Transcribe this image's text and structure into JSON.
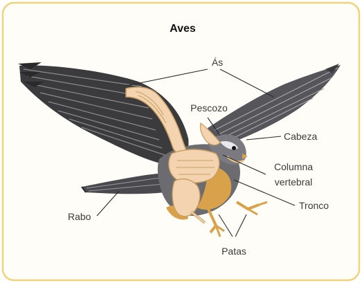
{
  "title": "Aves",
  "labels": {
    "wings": "Ás",
    "neck": "Pescozo",
    "head": "Cabeza",
    "spine_line1": "Columna",
    "spine_line2": "vertebral",
    "tail": "Rabo",
    "trunk": "Tronco",
    "legs": "Patas"
  },
  "colors": {
    "frame_border": "#f2d27a",
    "frame_background": "#fffdf7",
    "bone": "#f3d3b0",
    "bone_outline": "#c8a063",
    "feather_dark": "#3b3b3e",
    "feather_mid": "#6c6c70",
    "feather_light": "#a8a8ad",
    "belly": "#d9a24a"
  },
  "icons": {
    "illustration": "falcon-skeleton-illustration"
  }
}
